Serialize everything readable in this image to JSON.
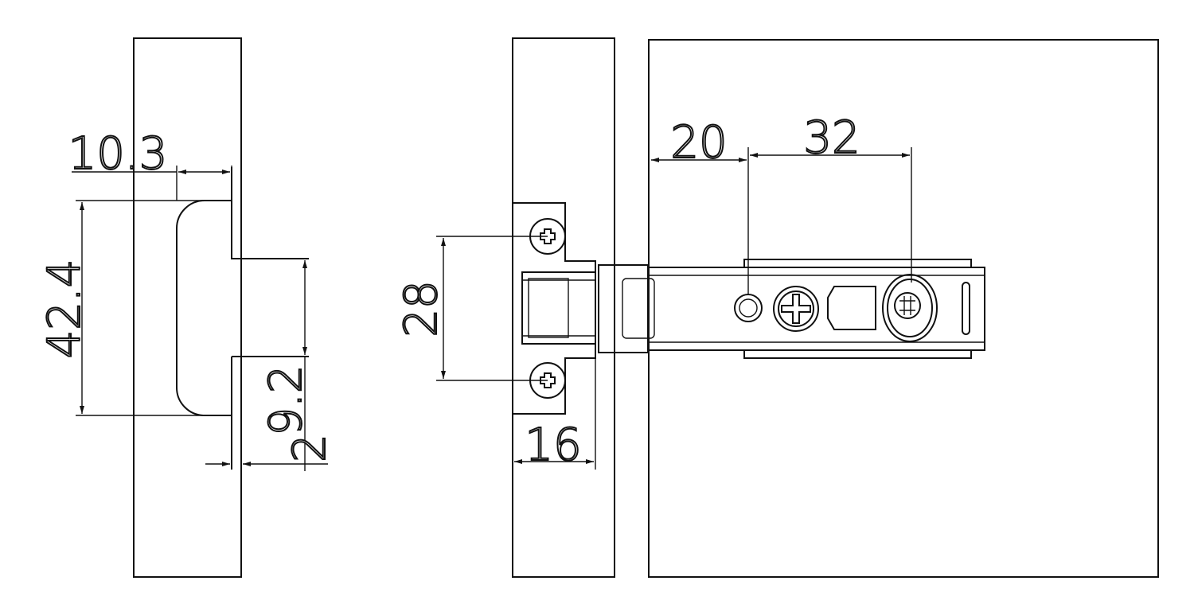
{
  "dimensions": {
    "cup_depth": "10.3",
    "cup_diameter": "42.4",
    "edge_width": "9.2",
    "edge_offset": "2",
    "screw_spacing": "28",
    "plate_depth": "16",
    "edge_to_hole": "20",
    "hole_spacing": "32"
  },
  "colors": {
    "line": "#111111",
    "background": "#ffffff"
  }
}
